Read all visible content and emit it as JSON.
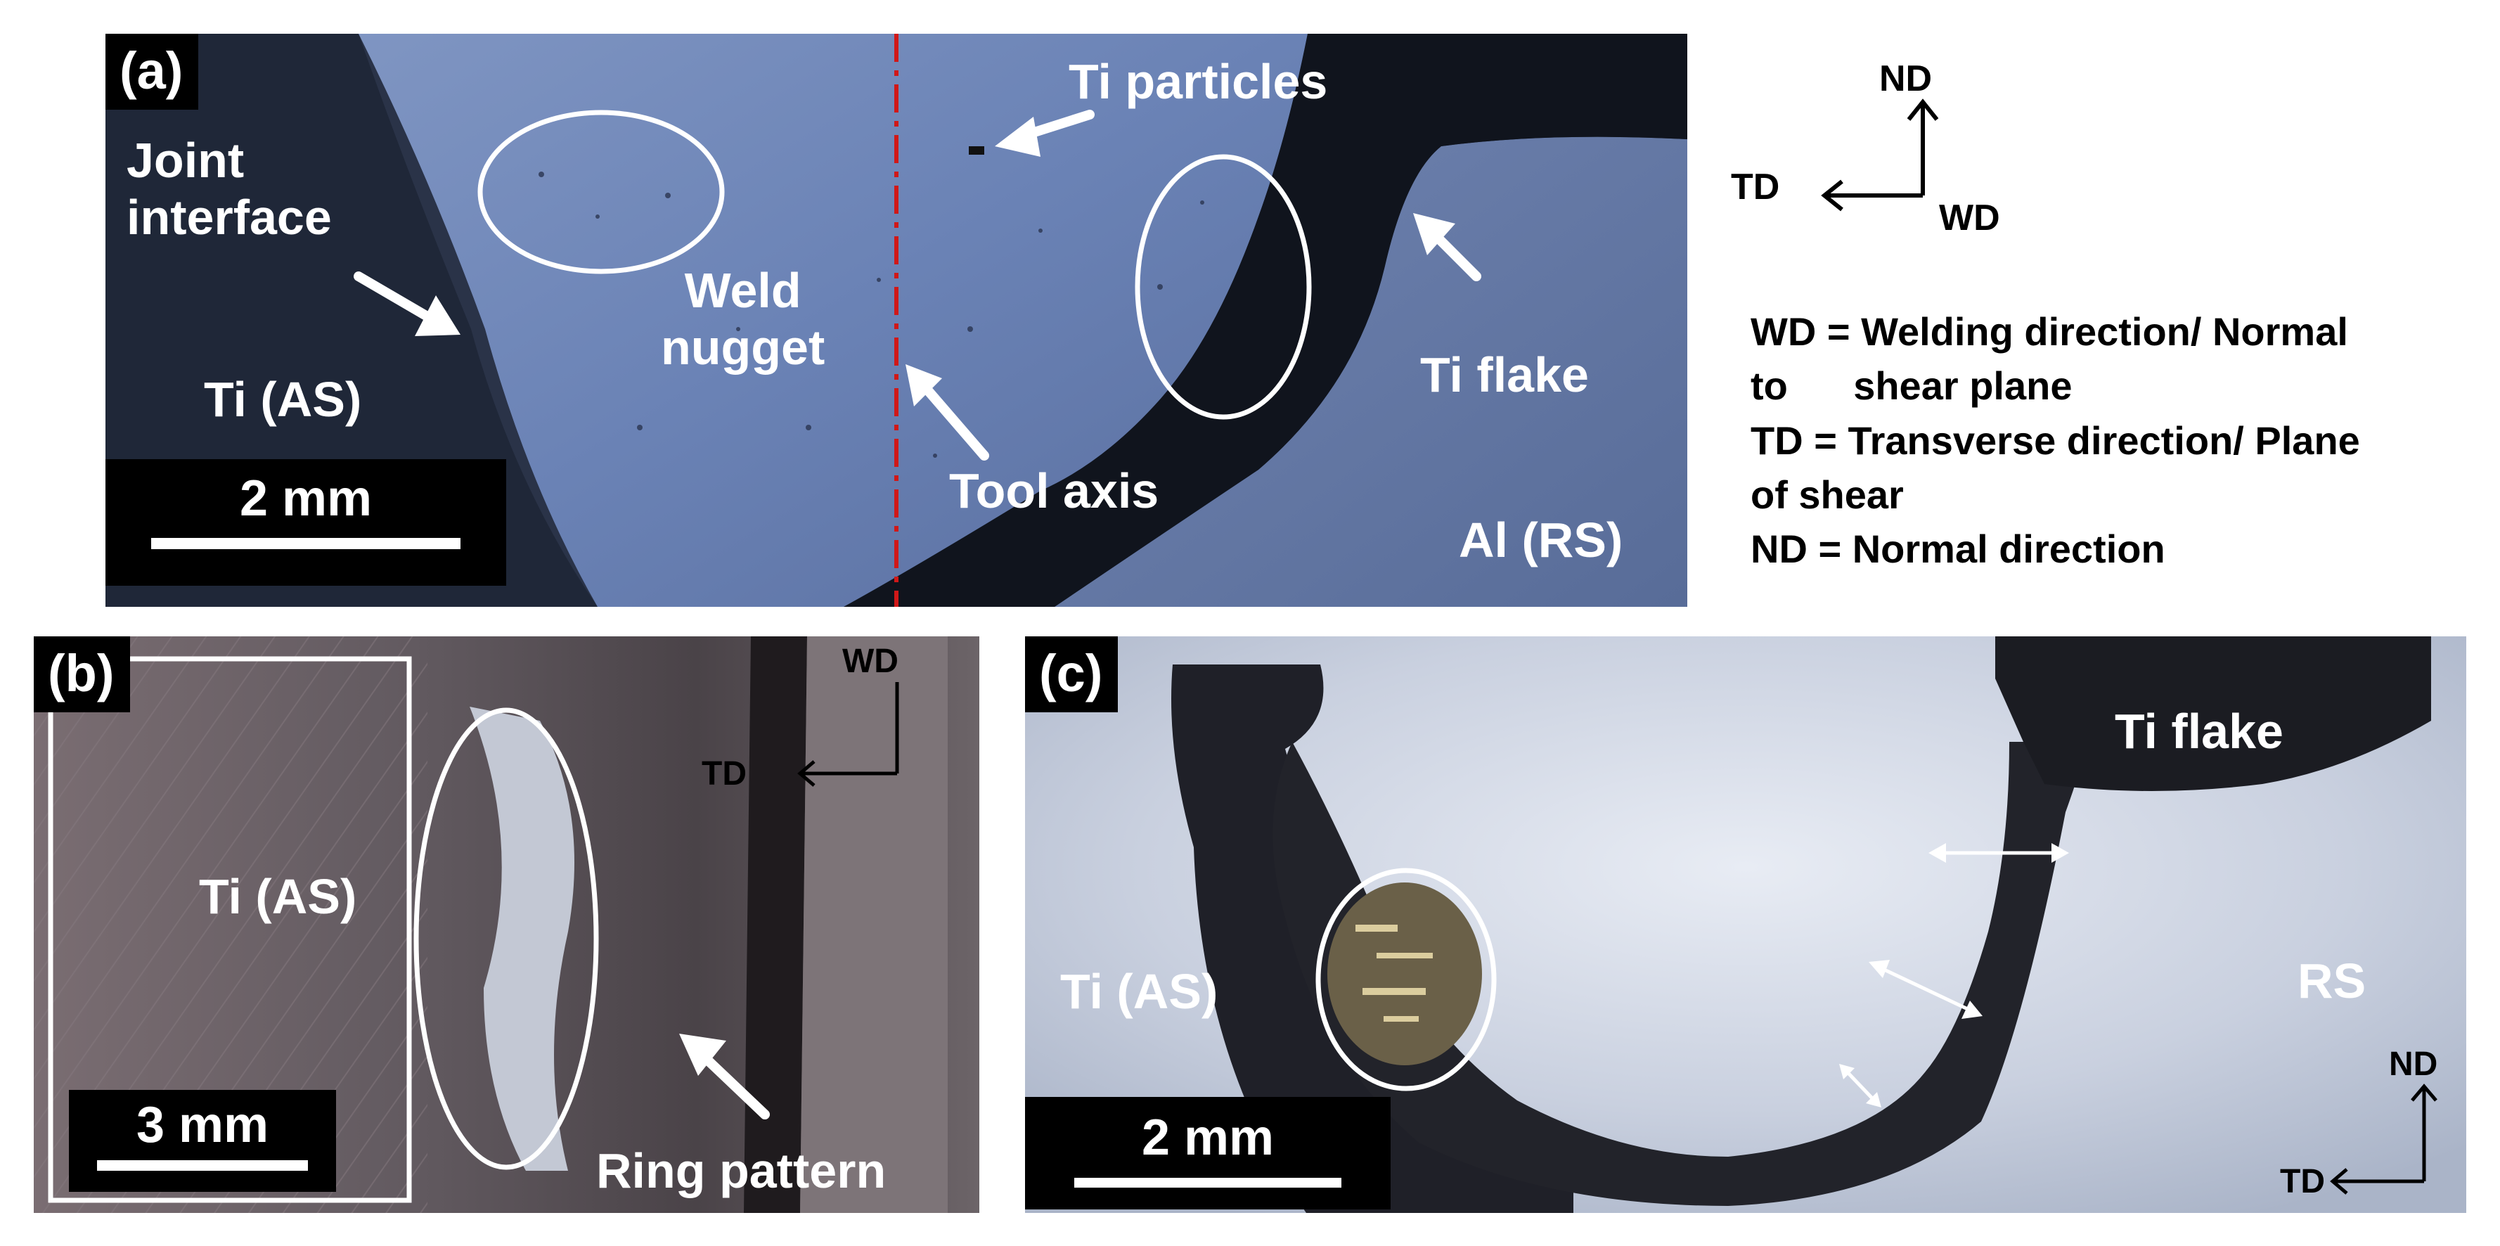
{
  "panel_a": {
    "tag": "(a)",
    "labels": {
      "joint_interface": "Joint\ninterface",
      "ti_particles": "Ti particles",
      "weld_nugget": "Weld\nnugget",
      "ti_flake": "Ti flake",
      "ti_as": "Ti (AS)",
      "tool_axis": "Tool axis",
      "al_rs": "Al (RS)"
    },
    "scale": "2 mm"
  },
  "axes_top": {
    "nd": "ND",
    "td": "TD",
    "wd": "WD"
  },
  "legend": [
    "WD = Welding direction/ Normal",
    "to      shear plane",
    "TD = Transverse direction/ Plane",
    "of shear",
    "ND = Normal direction"
  ],
  "panel_b": {
    "tag": "(b)",
    "labels": {
      "ti_as": "Ti (AS)",
      "ring_pattern": "Ring pattern"
    },
    "axes": {
      "wd": "WD",
      "td": "TD"
    },
    "scale": "3 mm"
  },
  "panel_c": {
    "tag": "(c)",
    "labels": {
      "ti_flake": "Ti flake",
      "ti_as": "Ti (AS)",
      "rs": "RS"
    },
    "axes": {
      "nd": "ND",
      "td": "TD"
    },
    "scale": "2 mm"
  }
}
